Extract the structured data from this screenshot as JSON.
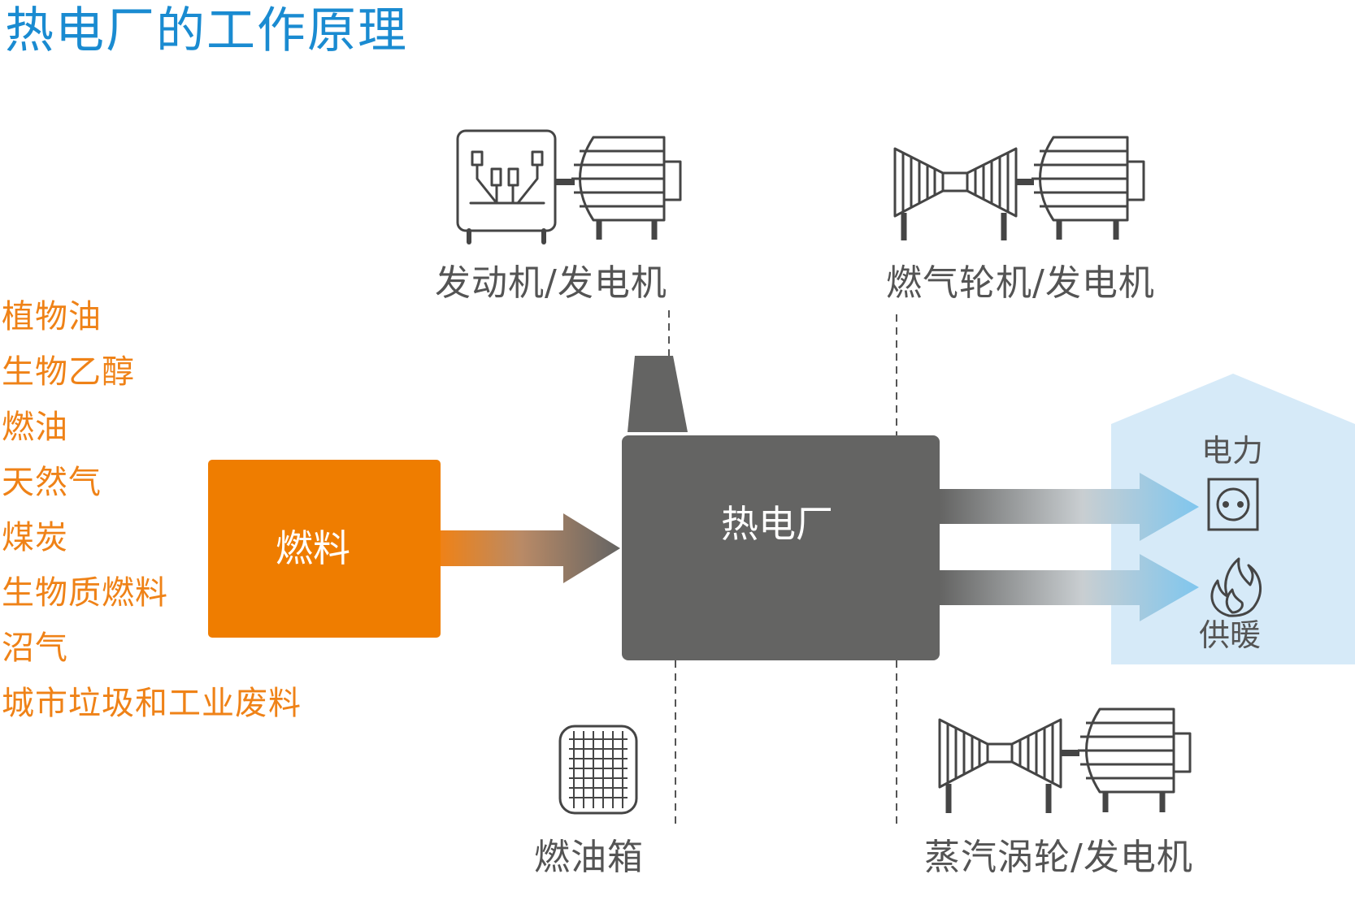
{
  "title": "热电厂的工作原理",
  "fuels": [
    "植物油",
    "生物乙醇",
    "燃油",
    "天然气",
    "煤炭",
    "生物质燃料",
    "沼气",
    "城市垃圾和工业废料"
  ],
  "fuel_box_label": "燃料",
  "plant_label": "热电厂",
  "machines": {
    "engine_generator": "发动机/发电机",
    "gas_turbine_generator": "燃气轮机/发电机",
    "steam_turbine_generator": "蒸汽涡轮/发电机",
    "fuel_tank": "燃油箱"
  },
  "outputs": {
    "power": "电力",
    "heating": "供暖"
  },
  "colors": {
    "title": "#1a8bd1",
    "fuel_text": "#ef8217",
    "fuel_box": "#ef7d00",
    "plant_box": "#646463",
    "house": "#d6eaf8",
    "output_arrow_tip": "#8cc8ee"
  },
  "icons": [
    "engine-icon",
    "generator-icon",
    "gas-turbine-icon",
    "steam-turbine-icon",
    "fuel-tank-icon",
    "chimney-icon",
    "socket-icon",
    "flame-icon",
    "house-shape"
  ]
}
